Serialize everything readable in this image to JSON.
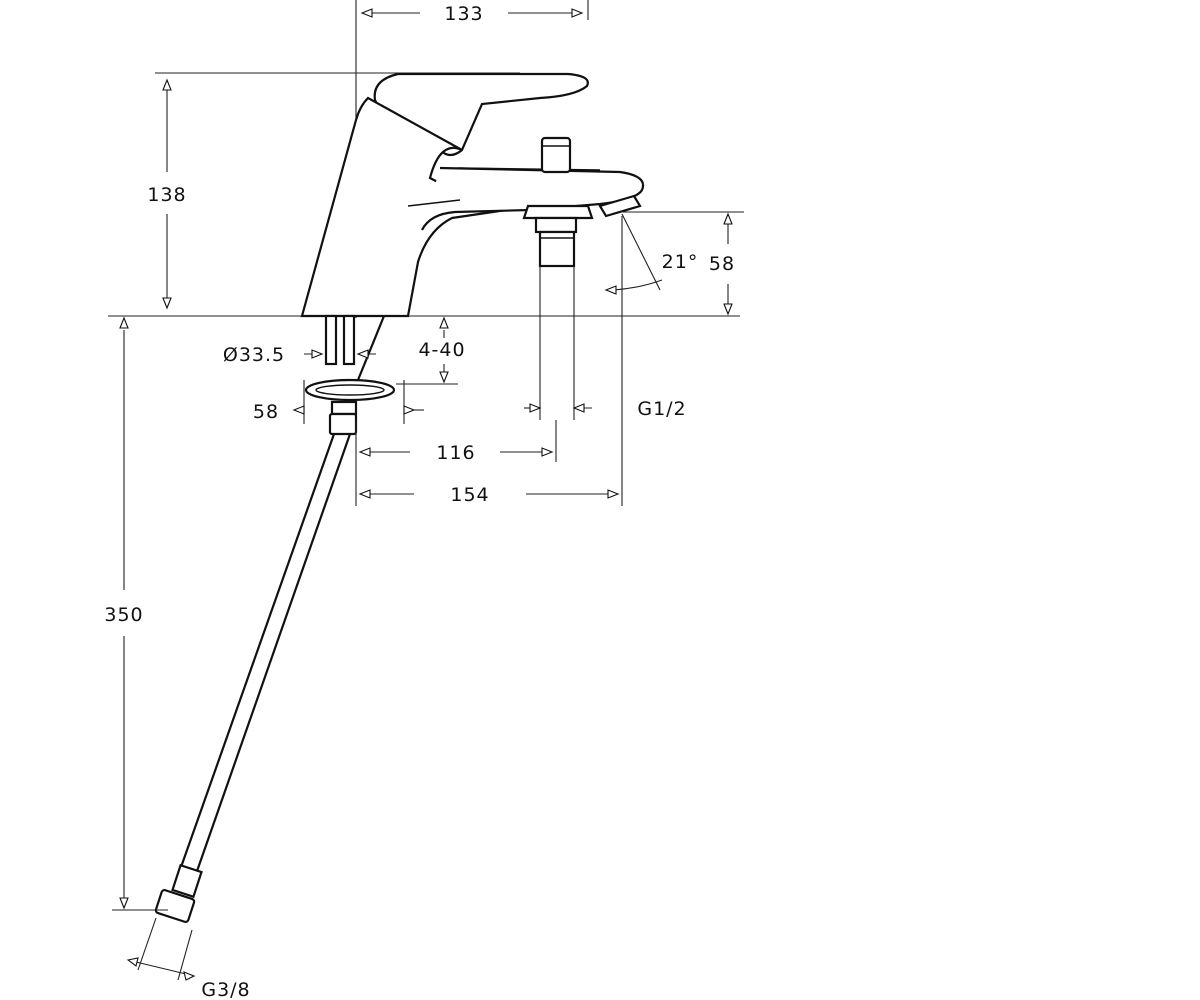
{
  "dimensions": {
    "top_width": "133",
    "height_total": "138",
    "spout_height": "58",
    "spout_angle": "21°",
    "hole_diameter": "Ø33.5",
    "deck_thickness": "4-40",
    "base_flange": "58",
    "outlet_thread": "G1/2",
    "outlet_offset": "116",
    "spout_reach": "154",
    "hose_length": "350",
    "hose_thread": "G3/8"
  }
}
